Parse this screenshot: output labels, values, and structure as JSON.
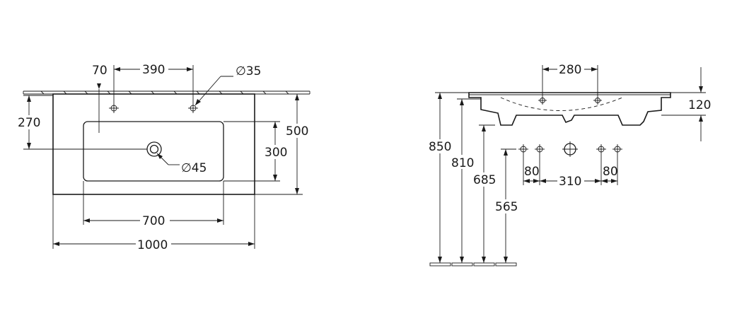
{
  "top_view": {
    "dims": {
      "tap_offset": "70",
      "tap_spacing": "390",
      "tap_hole_diameter": "∅35",
      "depth_to_drain": "270",
      "total_depth": "500",
      "bowl_depth": "300",
      "drain_diameter": "∅45",
      "bowl_width": "700",
      "total_width": "1000"
    }
  },
  "side_view": {
    "dims": {
      "tap_spacing": "280",
      "basin_height": "120",
      "height_850": "850",
      "height_810": "810",
      "height_685": "685",
      "height_565": "565",
      "hole_80_left": "80",
      "hole_spacing_310": "310",
      "hole_80_right": "80"
    }
  }
}
